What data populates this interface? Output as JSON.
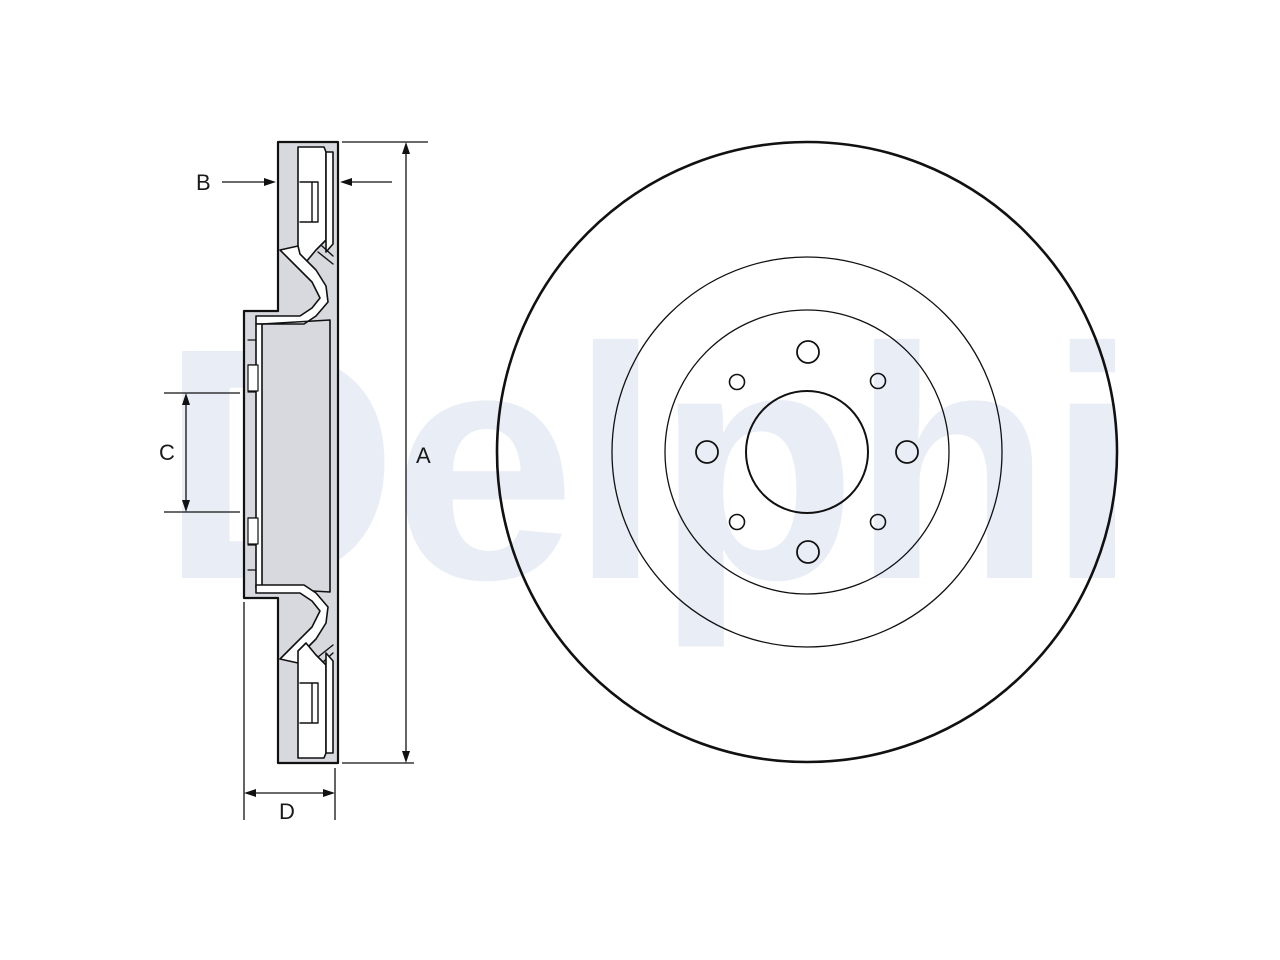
{
  "watermark": {
    "text": "Delphi",
    "color": "#e9edf6"
  },
  "dimension_labels": {
    "a": "A",
    "b": "B",
    "c": "C",
    "d": "D"
  },
  "colors": {
    "line": "#111111",
    "section_fill": "#d7d9de",
    "background": "#ffffff"
  }
}
